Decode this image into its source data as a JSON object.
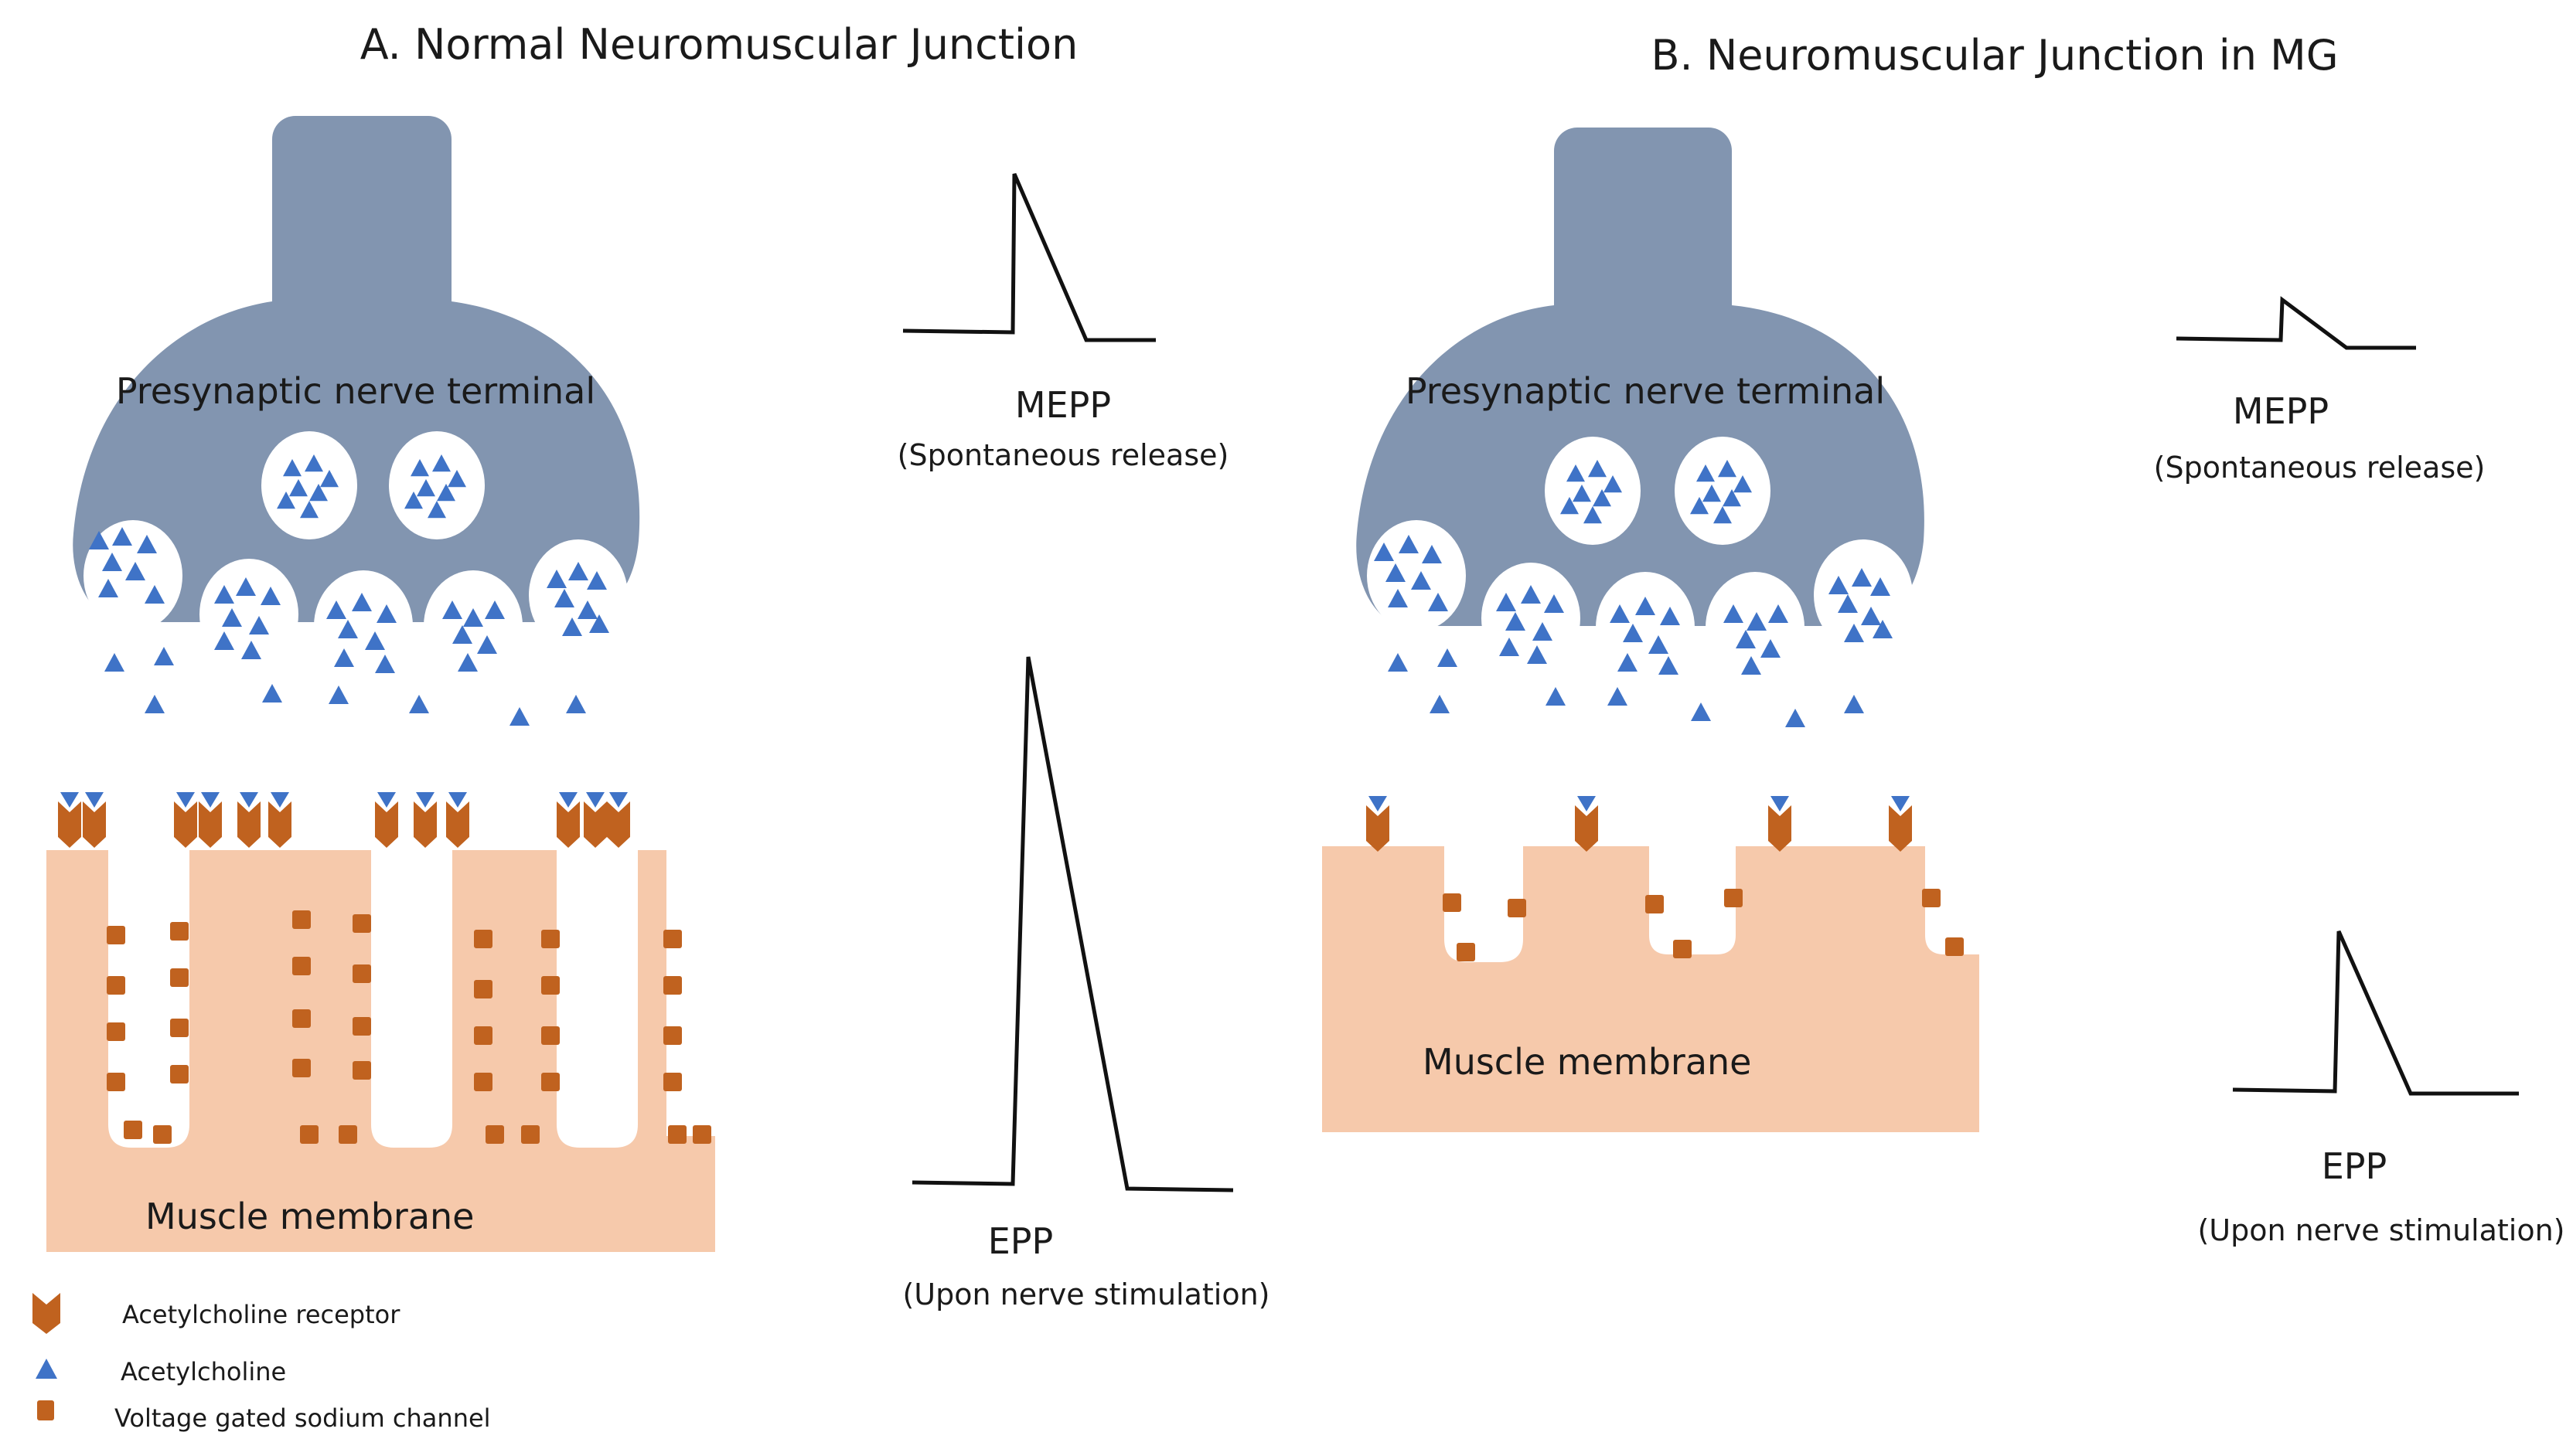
{
  "colors": {
    "nerve": "#8295b0",
    "muscle": "#f6c9ab",
    "acetylcholine": "#3f73c7",
    "receptor": "#c0621f",
    "sodium_channel": "#c0621f",
    "vesicle": "#ffffff",
    "trace": "#111111"
  },
  "panels": [
    {
      "id": "normal",
      "title": "A. Normal Neuromuscular Junction",
      "nerve_label": "Presynaptic  nerve terminal",
      "muscle_label": "Muscle membrane",
      "mepp_label": "MEPP",
      "mepp_sub": "(Spontaneous release)",
      "epp_label": "EPP",
      "epp_sub": "(Upon nerve stimulation)"
    },
    {
      "id": "mg",
      "title": "B. Neuromuscular Junction in MG",
      "nerve_label": "Presynaptic  nerve terminal",
      "muscle_label": "Muscle membrane",
      "mepp_label": "MEPP",
      "mepp_sub": "(Spontaneous release)",
      "epp_label": "EPP",
      "epp_sub": "(Upon nerve stimulation)"
    }
  ],
  "legend": [
    {
      "icon": "acetylcholine-receptor-icon",
      "label": "Acetylcholine receptor"
    },
    {
      "icon": "acetylcholine-icon",
      "label": "Acetylcholine"
    },
    {
      "icon": "sodium-channel-icon",
      "label": "Voltage gated sodium channel"
    }
  ]
}
